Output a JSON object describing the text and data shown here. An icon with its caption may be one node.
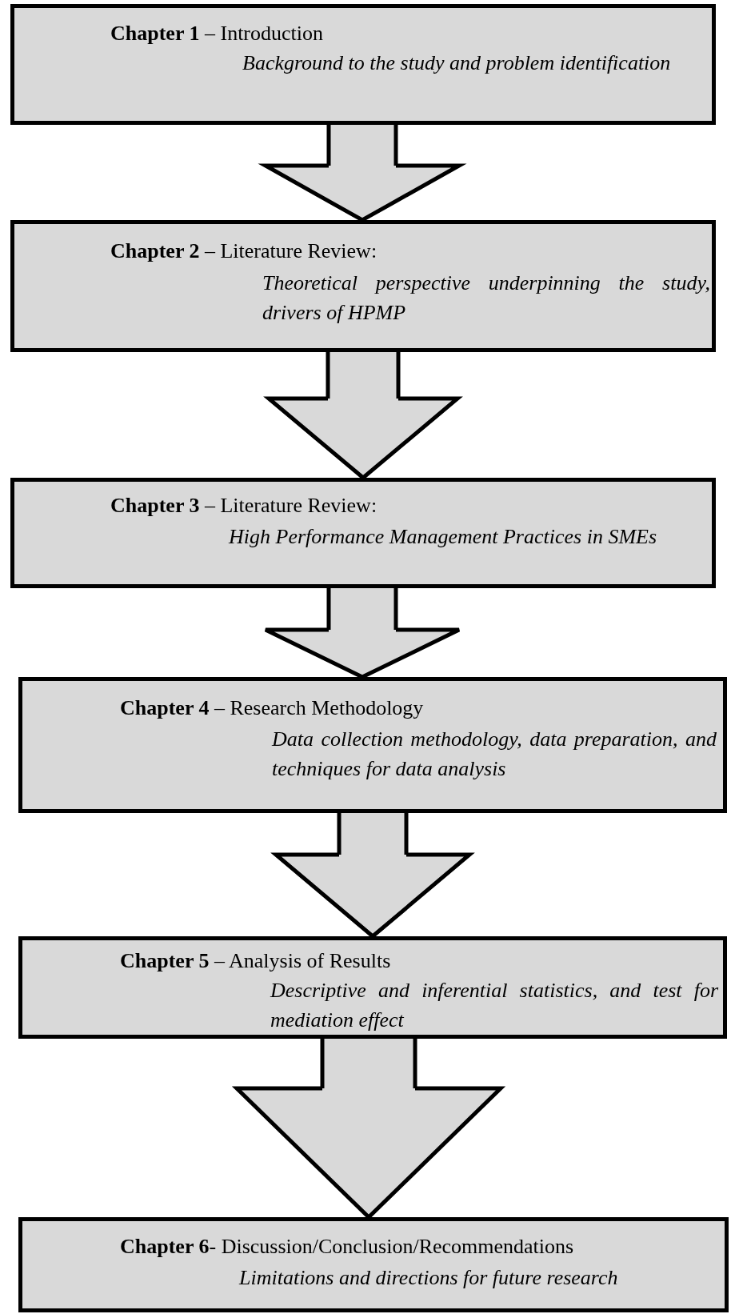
{
  "diagram": {
    "nodes": [
      {
        "text": [
          "**Chapter 1** – Introduction",
          "Background to the study and problem identification"
        ]
      },
      {
        "text": [
          "**Chapter 2** – Literature Review:",
          "Theoretical perspective underpinning the study, drivers of HPMP"
        ]
      },
      {
        "text": [
          "**Chapter 3** – Literature Review:",
          "High Performance Management Practices in SMEs"
        ]
      },
      {
        "text": [
          "**Chapter 4** – Research Methodology",
          "Data collection methodology, data preparation, and techniques for data analysis"
        ]
      },
      {
        "text": [
          "**Chapter 5** – Analysis of Results",
          "Descriptive and inferential statistics, and test for mediation effect"
        ]
      },
      {
        "text": [
          "**Chapter 6**- Discussion/Conclusion/Recommendations",
          "Limitations and directions for future research"
        ]
      }
    ],
    "edges": [
      {
        "from": 0,
        "to": 1,
        "arrow": "to"
      },
      {
        "from": 1,
        "to": 2,
        "arrow": "to"
      },
      {
        "from": 2,
        "to": 3,
        "arrow": "to"
      },
      {
        "from": 3,
        "to": 4,
        "arrow": "to"
      },
      {
        "from": 4,
        "to": 5,
        "arrow": "to"
      }
    ]
  }
}
